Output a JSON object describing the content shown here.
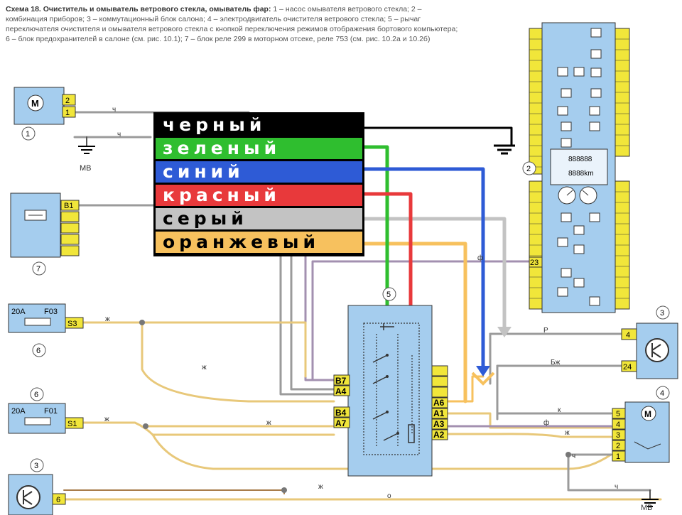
{
  "caption": {
    "prefix": "Схема 18. Очиститель и омыватель ветрового стекла, омыватель фар:",
    "body": "1 – насос омывателя ветрового стекла; 2 – комбинация приборов; 3 – коммутационный блок салона; 4 – электродвигатель очистителя ветрового стекла; 5 – рычаг переключателя очистителя и омывателя ветрового стекла с кнопкой переключения режимов отображения бортового компьютера; 6 – блок предохранителей в салоне (см. рис. 10.1); 7 – блок реле 299 в моторном отсеке, реле 753 (см. рис. 10.2а и 10.2б)"
  },
  "legend": [
    {
      "label": "черный",
      "bg": "#000000",
      "fg": "#ffffff"
    },
    {
      "label": "зеленый",
      "bg": "#2fbe2f",
      "fg": "#ffffff"
    },
    {
      "label": "синий",
      "bg": "#2e5bd6",
      "fg": "#ffffff"
    },
    {
      "label": "красный",
      "bg": "#e8393b",
      "fg": "#ffffff"
    },
    {
      "label": "серый",
      "bg": "#c3c3c3",
      "fg": "#000000"
    },
    {
      "label": "оранжевый",
      "bg": "#f7c15e",
      "fg": "#000000"
    }
  ],
  "components": {
    "c1": {
      "num": "1",
      "pins": [
        "2",
        "1"
      ],
      "ground": "МВ"
    },
    "c7": {
      "num": "7",
      "pin": "В1"
    },
    "c6a": {
      "num": "6",
      "fuse": "20A",
      "fuse_id": "F03",
      "pin": "S3"
    },
    "c6b": {
      "num": "6",
      "fuse": "20A",
      "fuse_id": "F01",
      "pin": "S1"
    },
    "c3a": {
      "num": "3",
      "pin": "6"
    },
    "c2": {
      "num": "2",
      "pin": "23",
      "display1": "888888",
      "display2": "8888km"
    },
    "c3b": {
      "num": "3",
      "pins": [
        "4",
        "24"
      ]
    },
    "c4": {
      "num": "4",
      "pins": [
        "5",
        "4",
        "3",
        "2",
        "1"
      ],
      "ground": "МВ"
    },
    "c5": {
      "num": "5",
      "left_pins": [
        "В7",
        "А4",
        "В4",
        "А7"
      ],
      "right_pins": [
        "А6",
        "А1",
        "А3",
        "А2"
      ]
    }
  },
  "wire_marks": {
    "ch1": "ч",
    "ch2": "ч",
    "zh1": "ж",
    "zh2": "ж",
    "zh3": "ж",
    "zh4": "ж",
    "zh5": "ж",
    "zh6": "ж",
    "f1": "ф",
    "f2": "ф",
    "r": "Р",
    "bzh": "Бж",
    "k": "к",
    "o": "о",
    "ch3": "ч",
    "ch4": "ч"
  },
  "colors": {
    "box": "#a5cdee",
    "connector": "#f1e63a",
    "green": "#2fbe2f",
    "blue": "#2e5bd6",
    "red": "#e8393b",
    "grey": "#c3c3c3",
    "orange": "#f7c15e",
    "violet": "#a390b0"
  }
}
